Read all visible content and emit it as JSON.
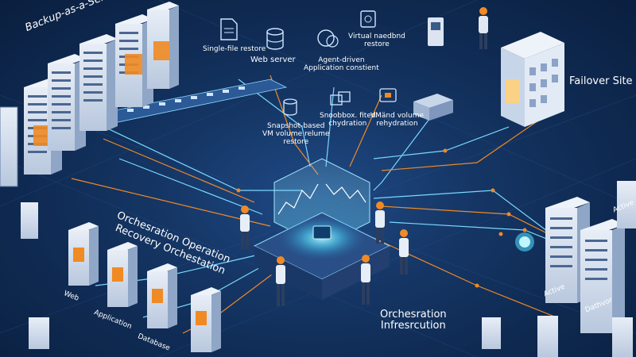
{
  "labels": {
    "backup_as_a_service": "Backup-as-a-Service",
    "single_file_restore": "Single-file restore",
    "web_server": "Web server",
    "agent_driven_line1": "Agent-driven",
    "agent_driven_line2": "Application constient",
    "virtual_line1": "Virtual naedbnd",
    "virtual_line2": "restore",
    "failover_site": "Failover Site",
    "snapshot_line1": "Snapshot-based",
    "snapshot_line2": "VM volume relume",
    "snapshot_line3": "restore",
    "snoobox_line1": "Snoobbox. fited",
    "snoobox_line2": "chydration",
    "vmvolume_line1": "VMänd volume",
    "vmvolume_line2": "rehydration",
    "orch_operation": "Orchesration Operation",
    "recovery_orchestration": "Recovery Orchestation",
    "web": "Web",
    "application": "Application",
    "database": "Database",
    "orch_infra_line1": "Orchesration",
    "orch_infra_line2": "Infresrcution",
    "active1": "Active",
    "datavor": "Dathvor",
    "active2": "Active"
  },
  "colors": {
    "background": "#0f2a52",
    "accent_orange": "#f08a24",
    "glow_cyan": "#6fe6ff",
    "server_body": "#d9e4f2",
    "server_side": "#8fa6c6"
  }
}
